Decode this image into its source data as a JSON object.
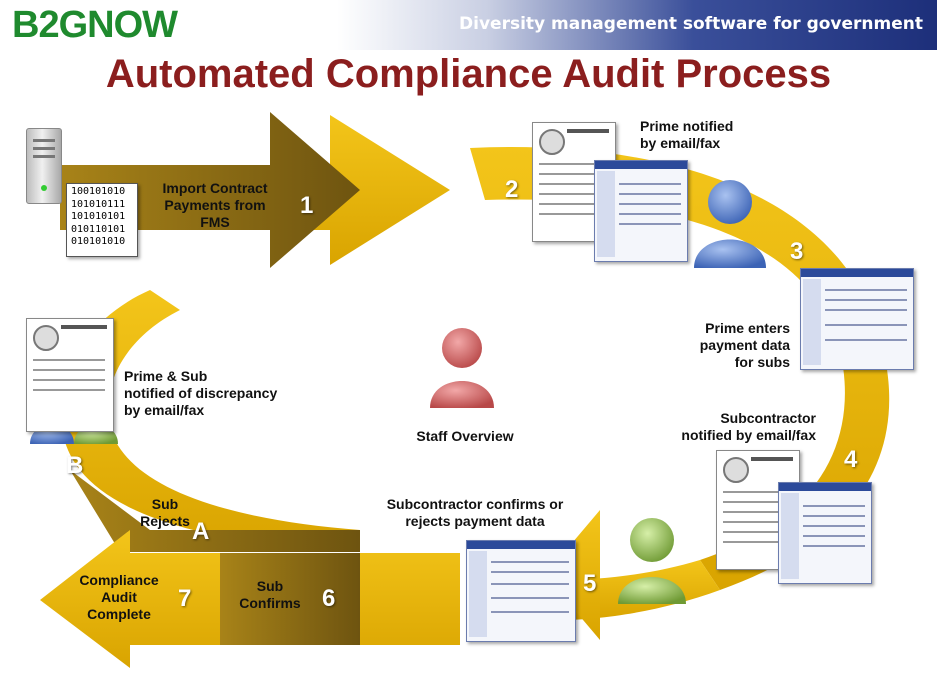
{
  "header": {
    "logo": "B2GNOW",
    "tagline": "Diversity management software for government"
  },
  "title": "Automated Compliance Audit Process",
  "steps": {
    "import": {
      "label_line1": "Import Contract",
      "label_line2": "Payments from",
      "label_line3": "FMS",
      "number": "1"
    },
    "prime_notified": {
      "label_line1": "Prime notified",
      "label_line2": "by email/fax",
      "number": "2"
    },
    "prime_enters": {
      "label_line1": "Prime enters",
      "label_line2": "payment data",
      "label_line3": "for subs",
      "number": "3"
    },
    "sub_notified": {
      "label_line1": "Subcontractor",
      "label_line2": "notified by email/fax",
      "number": "4"
    },
    "sub_confirms_or_rejects": {
      "label_line1": "Subcontractor confirms or",
      "label_line2": "rejects payment data",
      "number": "5"
    },
    "sub_confirms": {
      "label_line1": "Sub",
      "label_line2": "Confirms",
      "number": "6"
    },
    "compliance_complete": {
      "label_line1": "Compliance",
      "label_line2": "Audit",
      "label_line3": "Complete",
      "number": "7"
    },
    "sub_rejects": {
      "label_line1": "Sub",
      "label_line2": "Rejects",
      "letter": "A"
    },
    "discrepancy": {
      "label_line1": "Prime & Sub",
      "label_line2": "notified of discrepancy",
      "label_line3": "by email/fax",
      "letter": "B"
    },
    "staff": {
      "label": "Staff Overview"
    }
  },
  "binary_lines": [
    "100101010",
    "101010111",
    "101010101",
    "010110101",
    "010101010"
  ],
  "colors": {
    "arrow_gold": "#e8b400",
    "arrow_dark": "#8a6a12",
    "title": "#8b1e1e",
    "logo": "#1f8a2e"
  },
  "icons": [
    "server-icon",
    "person-icon"
  ]
}
